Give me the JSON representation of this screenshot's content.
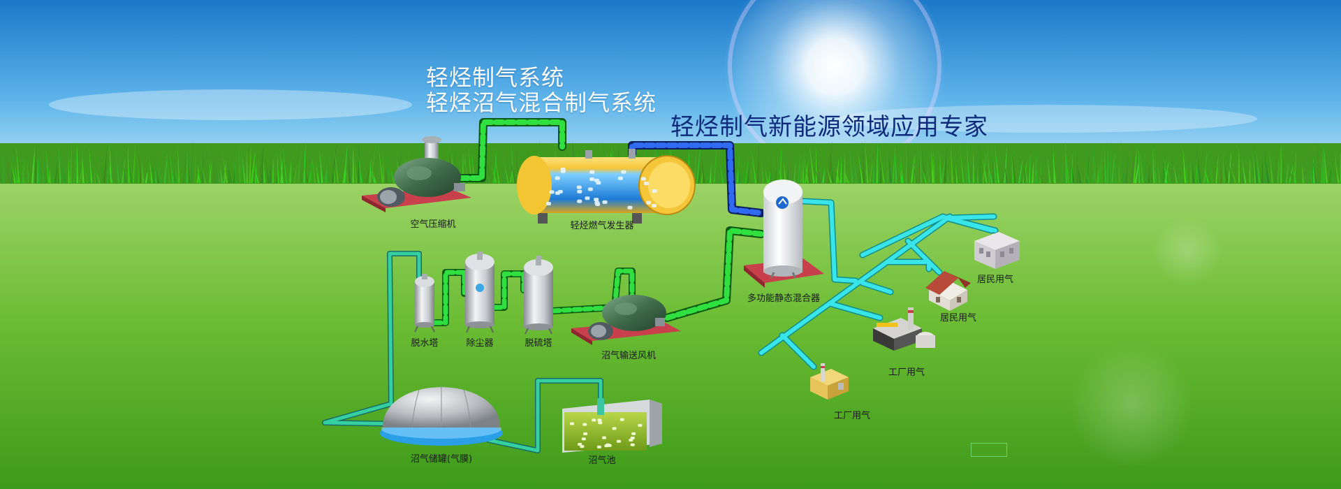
{
  "headline": {
    "line1": "轻烃制气系统",
    "line2": "轻烃沼气混合制气系统",
    "slogan": "轻烃制气新能源领域应用专家"
  },
  "labels": {
    "air_compressor": "空气压缩机",
    "gas_generator": "轻烃燃气发生器",
    "mixer": "多功能静态混合器",
    "dehydration_tower": "脱水塔",
    "dust_remover": "除尘器",
    "desulfurization_tower": "脱硫塔",
    "biogas_blower": "沼气输送风机",
    "biogas_storage": "沼气储罐(气膜)",
    "biogas_pool": "沼气池",
    "residential_1": "居民用气",
    "residential_2": "居民用气",
    "factory_1": "工厂用气",
    "factory_2": "工厂用气"
  },
  "colors": {
    "sky_top": "#2a8fd6",
    "grass": "#5fb52d",
    "pipe_green": "#27d83a",
    "pipe_blue": "#2a5bd6",
    "pipe_cyan": "#2ad6d6",
    "slogan": "#0f2a7a",
    "platform": "#c0404a"
  }
}
